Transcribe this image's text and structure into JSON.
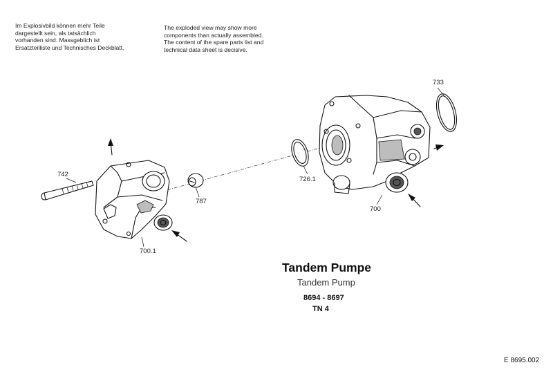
{
  "notes": {
    "german": "Im Explosivbild können mehr Teile\ndargestellt sein, als tatsächlich\nvorhanden sind. Massgeblich ist\nErsatzteilliste und Technisches Deckblatt.",
    "english": "The exploded view may show more\ncomponents than actually assembled.\nThe content of the spare parts list and\ntechnical data sheet is decisive."
  },
  "callouts": {
    "p733": "733",
    "p742": "742",
    "p787": "787",
    "p726_1": "726.1",
    "p700": "700",
    "p700_1": "700.1"
  },
  "title_block": {
    "title_de": "Tandem Pumpe",
    "title_en": "Tandem Pump",
    "range": "8694 - 8697",
    "tn": "TN  4"
  },
  "document_number": "E  8695.002"
}
